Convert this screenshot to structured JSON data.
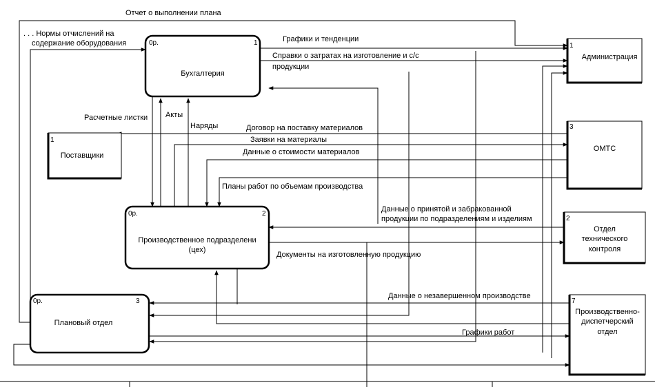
{
  "nodes": {
    "accounting": {
      "label": "Бухгалтерия",
      "code": "0р.",
      "num": "1"
    },
    "production": {
      "label1": "Производственное подразделени",
      "label2": "(цех)",
      "code": "0р.",
      "num": "2"
    },
    "planning": {
      "label": "Плановый отдел",
      "code": "0р.",
      "num": "3"
    },
    "suppliers": {
      "label": "Поставщики",
      "num": "1"
    },
    "admin": {
      "label": "Администрация",
      "num": "1"
    },
    "omts": {
      "label": "ОМТС",
      "num": "3"
    },
    "otk": {
      "label1": "Отдел",
      "label2": "технического",
      "label3": "контроля",
      "num": "2"
    },
    "pdo": {
      "label1": "Производственно-",
      "label2": "диспетчерский",
      "label3": "отдел",
      "num": "7"
    }
  },
  "arrows": {
    "report": "Отчет о выполнении плана",
    "norms1": ". . . Нормы отчислений на",
    "norms2": "содержание оборудования",
    "graphs": "Графики и тенденции",
    "refs1": "Справки о затратах на изготовление и с/с",
    "refs2": "продукции",
    "payslips": "Расчетные листки",
    "acts": "Акты",
    "orders": "Наряды",
    "contract": "Договор на поставку материалов",
    "requests": "Заявки на материалы",
    "cost": "Данные о стоимости материалов",
    "plans": "Планы работ по объемам производства",
    "accepted1": "Данные о принятой и забракованной",
    "accepted2": "продукции по подразделениям и изделиям",
    "docs": "Документы на изготовленную продукцию",
    "wip": "Данные о незавершенном производстве",
    "schedules": "Графики работ"
  }
}
